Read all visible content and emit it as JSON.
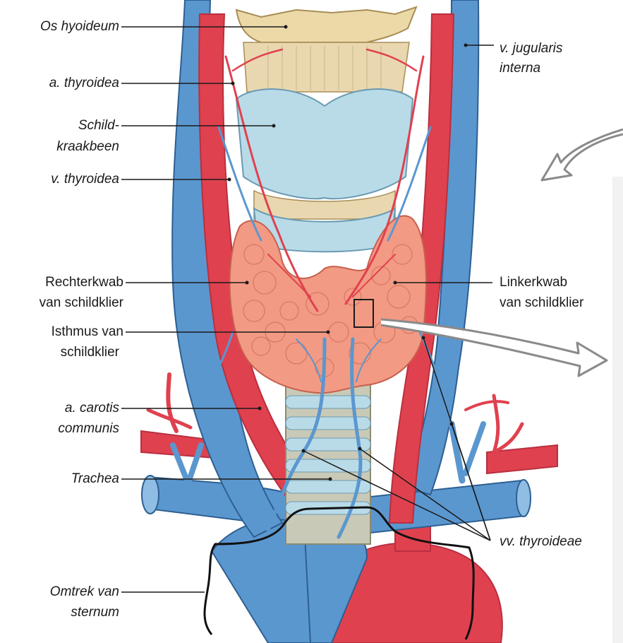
{
  "labels": {
    "os_hyoideum": "Os hyoideum",
    "a_thyroidea": "a. thyroidea",
    "schildkraakbeen_1": "Schild-",
    "schildkraakbeen_2": "kraakbeen",
    "v_thyroidea": "v. thyroidea",
    "rechterkwab_1": "Rechterkwab",
    "rechterkwab_2": "van schildklier",
    "isthmus_1": "Isthmus van",
    "isthmus_2": "schildklier",
    "a_carotis_1": "a. carotis",
    "a_carotis_2": "communis",
    "trachea": "Trachea",
    "omtrek_1": "Omtrek van",
    "omtrek_2": "sternum",
    "v_jugularis_1": "v. jugularis",
    "v_jugularis_2": "interna",
    "linkerkwab_1": "Linkerkwab",
    "linkerkwab_2": "van schildklier",
    "vv_thyroideae": "vv. thyroideae"
  },
  "colors": {
    "artery": "#e0414f",
    "vein": "#5b97cf",
    "gland": "#f29a84",
    "cartilage": "#b9dbe8",
    "bone": "#ecd9a8"
  }
}
